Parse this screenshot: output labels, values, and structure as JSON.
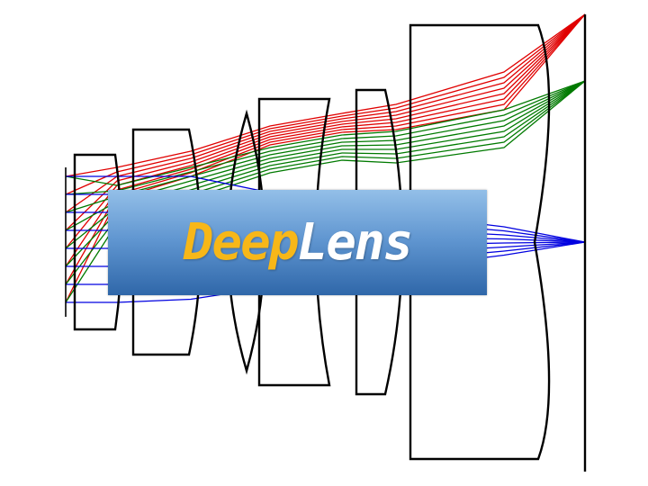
{
  "logo": {
    "part1": "Deep",
    "part2": "Lens",
    "part1_color": "#f7b718",
    "part2_color": "#ffffff"
  },
  "colors": {
    "lens_stroke": "#000000",
    "ray_top": "#e00000",
    "ray_middle": "#007a00",
    "ray_axis": "#0000e0",
    "logo_gradient_top": "#93bfe8",
    "logo_gradient_bottom": "#2f67a9"
  },
  "ray_bundles": [
    {
      "name": "off-axis-max",
      "color": "#e00000"
    },
    {
      "name": "off-axis-mid",
      "color": "#007a00"
    },
    {
      "name": "on-axis",
      "color": "#0000e0"
    }
  ]
}
